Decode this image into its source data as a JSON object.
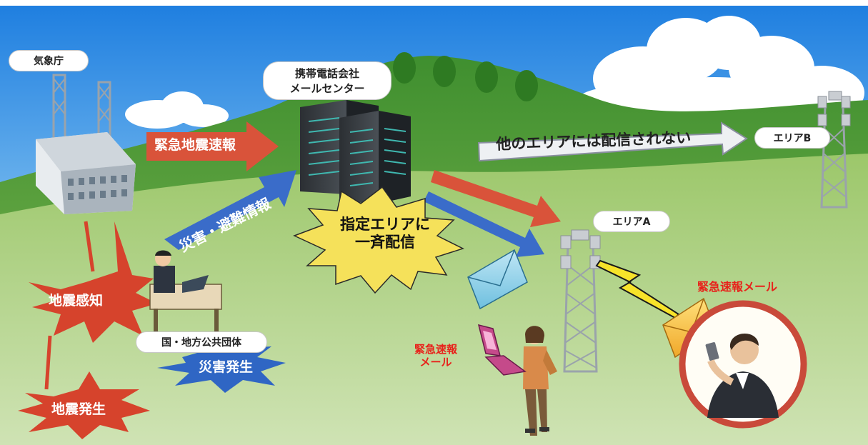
{
  "labels": {
    "jma": "気象庁",
    "carrier_line1": "携帯電話会社",
    "carrier_line2": "メールセンター",
    "eew_arrow": "緊急地震速報",
    "disaster_arrow": "災害・避難情報",
    "other_area_arrow": "他のエリアには配信されない",
    "area_b": "エリアB",
    "area_a": "エリアA",
    "broadcast_line1": "指定エリアに",
    "broadcast_line2": "一斉配信",
    "quake_detected": "地震感知",
    "quake_occurred": "地震発生",
    "local_gov": "国・地方公共団体",
    "disaster_occurred": "災害発生",
    "emergency_mail": "緊急速報メール",
    "emergency_mail_phone_line1": "緊急速報",
    "emergency_mail_phone_line2": "メール"
  },
  "colors": {
    "sky": "#ffffff",
    "hill": "#4d9a3a",
    "field": "#8fbf60",
    "red_arrow": "#d9533a",
    "blue_arrow": "#3a6cc9",
    "burst_red": "#d6432c",
    "burst_blue": "#2f66c4",
    "burst_yellow": "#f5e15a",
    "mail_red": "#e8221b"
  }
}
